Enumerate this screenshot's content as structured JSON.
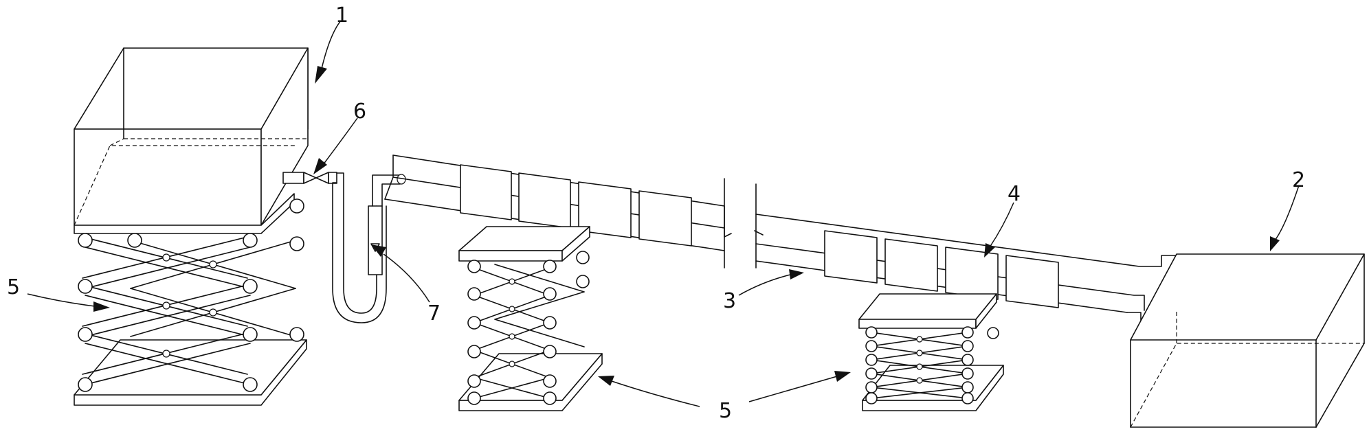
{
  "reference_labels": {
    "item_1": "1",
    "item_2": "2",
    "item_3": "3",
    "item_4": "4",
    "item_5_left": "5",
    "item_5_bottom": "5",
    "item_6": "6",
    "item_7": "7"
  },
  "line_color": "#111111",
  "background_color": "#ffffff"
}
